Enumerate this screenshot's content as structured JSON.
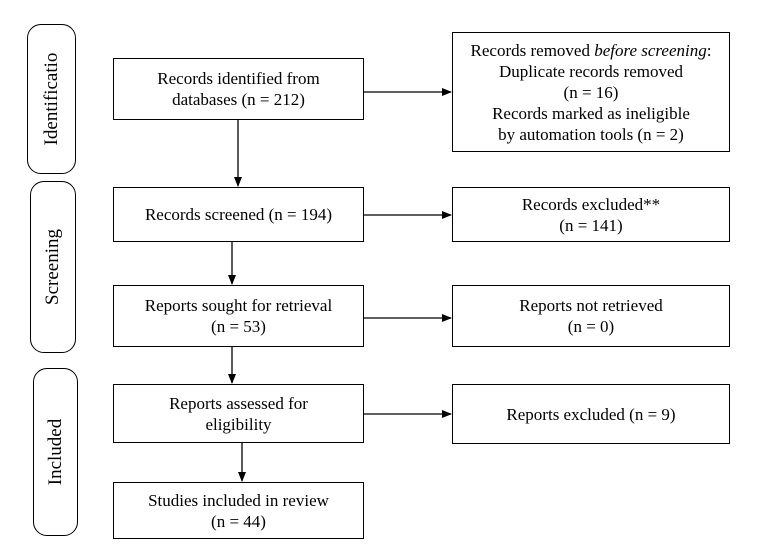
{
  "phases": {
    "identification": "Identificatio",
    "screening": "Screening",
    "included": "Included"
  },
  "boxes": {
    "records_identified": {
      "line1": "Records identified from",
      "line2": "databases (n = 212)"
    },
    "records_removed": {
      "line1_pre": "Records removed ",
      "line1_italic": "before screening",
      "line1_post": ":",
      "line2": "Duplicate records removed",
      "line3": "(n = 16)",
      "line4": "Records marked as ineligible",
      "line5": "by automation tools (n = 2)"
    },
    "records_screened": {
      "line1": "Records screened (n = 194)"
    },
    "records_excluded": {
      "line1": "Records excluded**",
      "line2": "(n = 141)"
    },
    "reports_sought": {
      "line1": "Reports sought for retrieval",
      "line2": "(n = 53)"
    },
    "reports_not_retrieved": {
      "line1": "Reports not retrieved",
      "line2": "(n = 0)"
    },
    "reports_assessed": {
      "line1": "Reports assessed for",
      "line2": "eligibility"
    },
    "reports_excluded": {
      "line1": "Reports excluded (n = 9)"
    },
    "studies_included": {
      "line1": "Studies included in review",
      "line2": "(n = 44)"
    }
  }
}
